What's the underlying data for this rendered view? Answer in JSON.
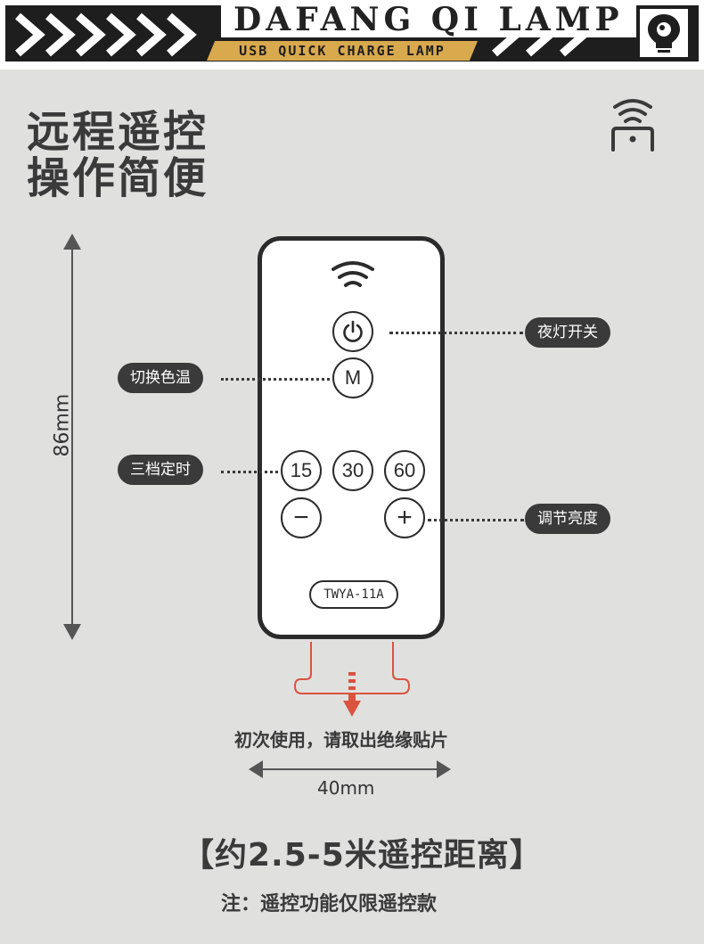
{
  "header": {
    "title": "DAFANG QI LAMP",
    "subtitle": "USB QUICK CHARGE LAMP"
  },
  "headline": {
    "line1": "远程遥控",
    "line2": "操作简便"
  },
  "remote": {
    "buttons": {
      "power_icon": "power-icon",
      "mode": "M",
      "timer_15": "15",
      "timer_30": "30",
      "timer_60": "60",
      "minus": "−",
      "plus": "+"
    },
    "model": "TWYA-11A"
  },
  "callouts": {
    "night_light": "夜灯开关",
    "color_temp": "切换色温",
    "timer": "三档定时",
    "brightness": "调节亮度"
  },
  "dimensions": {
    "height": "86mm",
    "width": "40mm"
  },
  "notes": {
    "first_use": "初次使用，请取出绝缘贴片",
    "range": "【约2.5-5米遥控距离】",
    "disclaimer": "注：遥控功能仅限遥控款"
  },
  "colors": {
    "dark": "#2b2b2b",
    "accent_gold": "#d9a94d",
    "panel_bg": "#e0e0df",
    "insulation_red": "#d9533f"
  }
}
